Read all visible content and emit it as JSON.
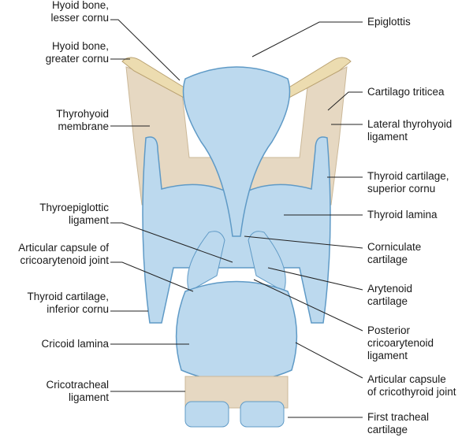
{
  "left_labels": {
    "hyoid_lesser": [
      "Hyoid bone,",
      "lesser cornu"
    ],
    "hyoid_greater": [
      "Hyoid bone,",
      "greater cornu"
    ],
    "thyrohyoid_membrane": [
      "Thyrohyoid",
      "membrane"
    ],
    "thyroepiglottic": [
      "Thyroepiglottic",
      "ligament"
    ],
    "crico_arytenoid_capsule": [
      "Articular capsule of",
      "cricoarytenoid joint"
    ],
    "inferior_cornu": [
      "Thyroid cartilage,",
      "inferior cornu"
    ],
    "cricoid_lamina": [
      "Cricoid lamina"
    ],
    "cricotracheal": [
      "Cricotracheal",
      "ligament"
    ]
  },
  "right_labels": {
    "epiglottis": [
      "Epiglottis"
    ],
    "triticea": [
      "Cartilago triticea"
    ],
    "lateral_thyrohyoid": [
      "Lateral thyrohyoid",
      "ligament"
    ],
    "superior_cornu": [
      "Thyroid cartilage,",
      "superior cornu"
    ],
    "thyroid_lamina": [
      "Thyroid lamina"
    ],
    "corniculate": [
      "Corniculate",
      "cartilage"
    ],
    "arytenoid": [
      "Arytenoid",
      "cartilage"
    ],
    "posterior_crico": [
      "Posterior",
      "cricoarytenoid",
      "ligament"
    ],
    "cricothyroid_capsule": [
      "Articular capsule",
      "of cricothyroid joint"
    ],
    "first_tracheal": [
      "First tracheal",
      "cartilage"
    ]
  },
  "colors": {
    "cartilage": "#bcd9ee",
    "cartilage_edge": "#5f9ac6",
    "membrane": "#e6d8c2",
    "bone": "#ecdcb0"
  }
}
